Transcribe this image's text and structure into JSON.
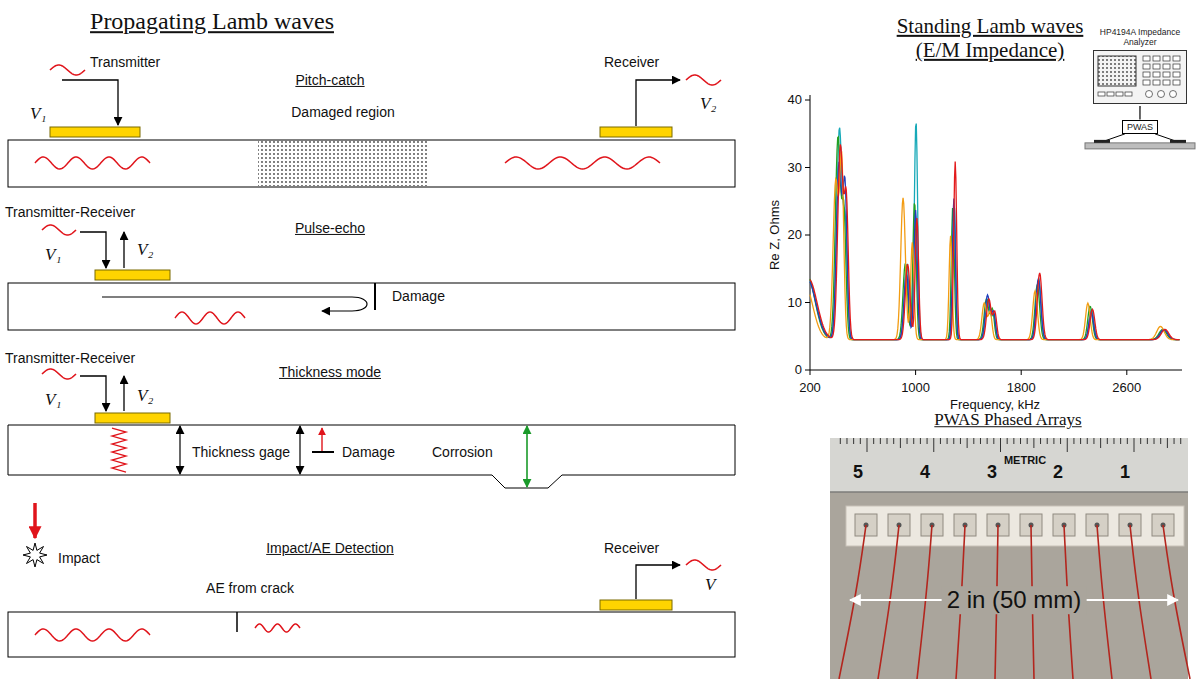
{
  "diagram": {
    "nodes": [
      {
        "text": [
          "HP4194A Impedance Analyzer"
        ]
      },
      {
        "text": [
          "PWAS"
        ]
      }
    ],
    "edges": [
      {
        "from": 0,
        "to": 1,
        "arrow": "none"
      }
    ],
    "labels": [
      "Propagating Lamb waves",
      "Transmitter",
      "Pitch-catch",
      "Receiver",
      "V₁",
      "Damaged region",
      "V₂",
      "Transmitter-Receiver",
      "Pulse-echo",
      "V₁",
      "V₂",
      "Damage",
      "Transmitter-Receiver",
      "Thickness mode",
      "V₁",
      "V₂",
      "Thickness gage",
      "Damage",
      "Corrosion",
      "Impact",
      "Impact/AE Detection",
      "Receiver",
      "V",
      "AE from crack",
      "Standing Lamb waves (E/M Impedance)",
      "40",
      "30",
      "20",
      "10",
      "0",
      "Re Z, Ohms",
      "200",
      "1000",
      "1800",
      "2600",
      "Frequency, kHz",
      "PWAS Phased Arrays",
      "5",
      "4",
      "3",
      "2",
      "1",
      "METRIC",
      "2 in (50 mm)"
    ]
  }
}
